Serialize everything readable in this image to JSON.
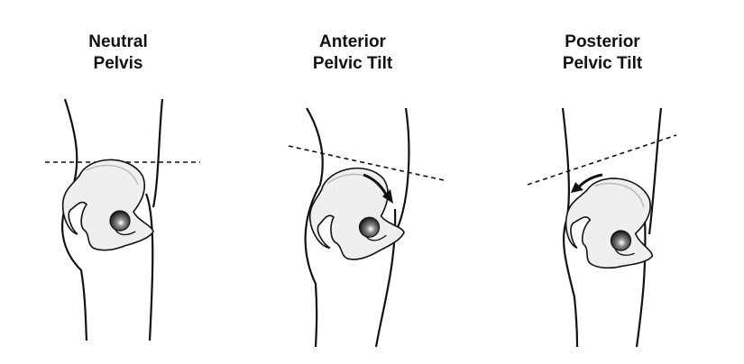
{
  "panels": [
    {
      "id": "neutral",
      "title_line1": "Neutral",
      "title_line2": "Pelvis",
      "arrow": "none"
    },
    {
      "id": "anterior",
      "title_line1": "Anterior",
      "title_line2": "Pelvic Tilt",
      "arrow": "clockwise"
    },
    {
      "id": "posterior",
      "title_line1": "Posterior",
      "title_line2": "Pelvic Tilt",
      "arrow": "counterclockwise"
    }
  ],
  "colors": {
    "line": "#111111",
    "bone_fill": "#eeeeee",
    "socket": "#333333"
  }
}
